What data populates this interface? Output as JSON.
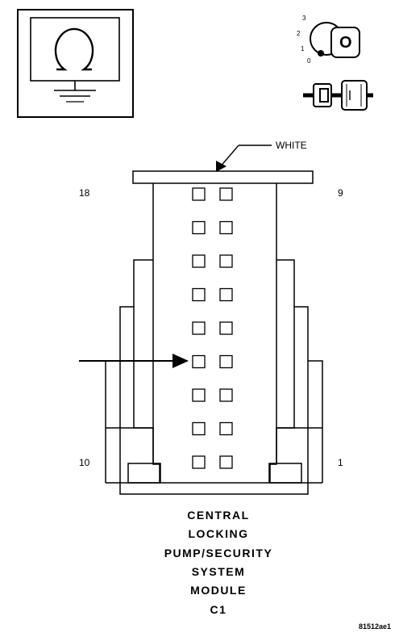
{
  "connector": {
    "wire_color": "WHITE",
    "pin_labels": {
      "top_left": "18",
      "top_right": "9",
      "bottom_left": "10",
      "bottom_right": "1"
    },
    "rows": 9,
    "cols": 2,
    "indicated_row": 6
  },
  "caption": [
    "CENTRAL",
    "LOCKING",
    "PUMP/SECURITY",
    "SYSTEM",
    "MODULE",
    "C1"
  ],
  "ignition_positions": [
    "3",
    "2",
    "1",
    "0"
  ],
  "key_letter": "O",
  "figure_code": "81512ae1",
  "colors": {
    "ink": "#000000",
    "background": "#ffffff",
    "cavity": "#e8e8e8"
  }
}
